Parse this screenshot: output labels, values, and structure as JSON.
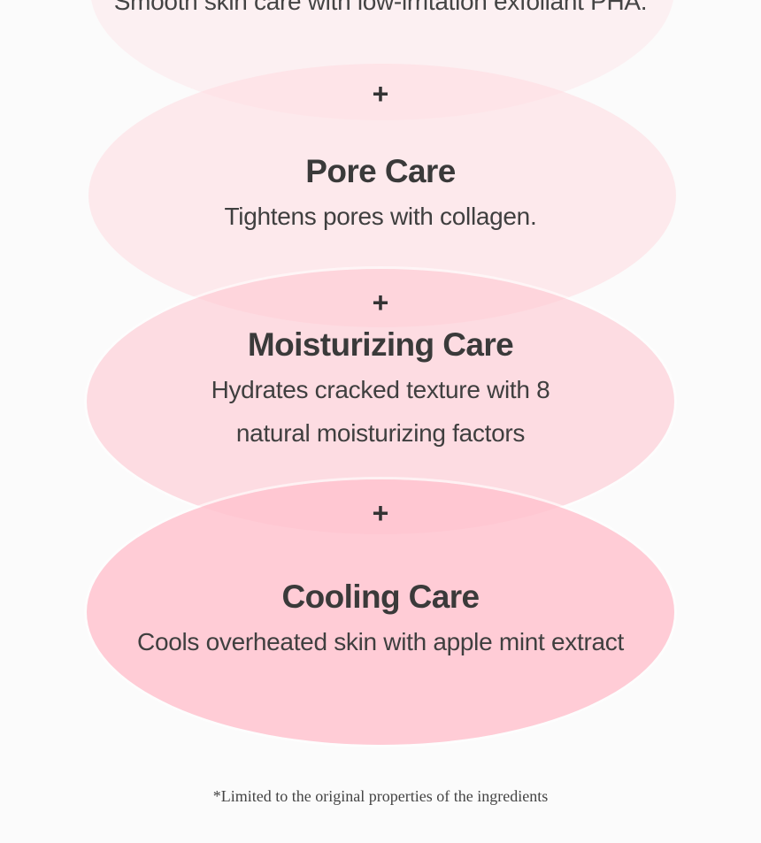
{
  "top_section": {
    "description": "Smooth skin care with low-irritation exfoliant PHA."
  },
  "plus_symbol": "+",
  "cares": [
    {
      "title": "Pore Care",
      "description": [
        "Tightens pores with collagen."
      ]
    },
    {
      "title": "Moisturizing Care",
      "description": [
        "Hydrates cracked texture with 8",
        "natural moisturizing factors"
      ]
    },
    {
      "title": "Cooling Care",
      "description": [
        "Cools overheated skin with apple mint extract"
      ]
    }
  ],
  "footnote": "*Limited to the original properties of the ingredients",
  "colors": {
    "background": "#fbfbfb",
    "ellipse_pink": "#ffc3cf",
    "text": "#3e3e3e"
  }
}
